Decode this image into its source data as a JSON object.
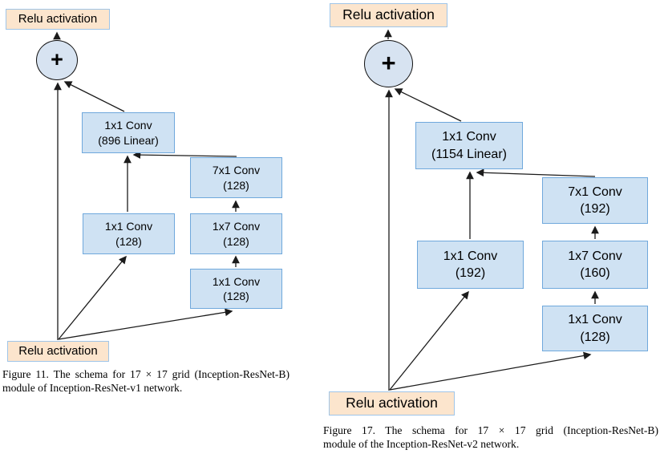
{
  "left_figure": {
    "relu_top": "Relu activation",
    "plus_symbol": "+",
    "residual_conv": {
      "line1": "1x1 Conv",
      "line2": "(896 Linear)"
    },
    "branch_a_conv": {
      "line1": "1x1 Conv",
      "line2": "(128)"
    },
    "branch_b_conv3": {
      "line1": "7x1 Conv",
      "line2": "(128)"
    },
    "branch_b_conv2": {
      "line1": "1x7 Conv",
      "line2": "(128)"
    },
    "branch_b_conv1": {
      "line1": "1x1 Conv",
      "line2": "(128)"
    },
    "relu_bottom": "Relu activation",
    "caption_line1": "Figure 11. The schema for 17 × 17 grid (Inception-ResNet-B)",
    "caption_line2": "module of Inception-ResNet-v1 network."
  },
  "right_figure": {
    "relu_top": "Relu activation",
    "plus_symbol": "+",
    "residual_conv": {
      "line1": "1x1 Conv",
      "line2": "(1154 Linear)"
    },
    "branch_a_conv": {
      "line1": "1x1 Conv",
      "line2": "(192)"
    },
    "branch_b_conv3": {
      "line1": "7x1 Conv",
      "line2": "(192)"
    },
    "branch_b_conv2": {
      "line1": "1x7 Conv",
      "line2": "(160)"
    },
    "branch_b_conv1": {
      "line1": "1x1 Conv",
      "line2": "(128)"
    },
    "relu_bottom": "Relu activation",
    "caption_line1": "Figure 17. The schema for 17 × 17 grid (Inception-ResNet-B)",
    "caption_line2": "module of the Inception-ResNet-v2 network."
  },
  "colors": {
    "conv_fill": "#cfe2f3",
    "conv_border": "#6fa8dc",
    "relu_fill": "#fce5cd",
    "relu_border": "#9fc5e8",
    "circle_fill": "#d7e3f1",
    "line": "#1b1b1b"
  }
}
